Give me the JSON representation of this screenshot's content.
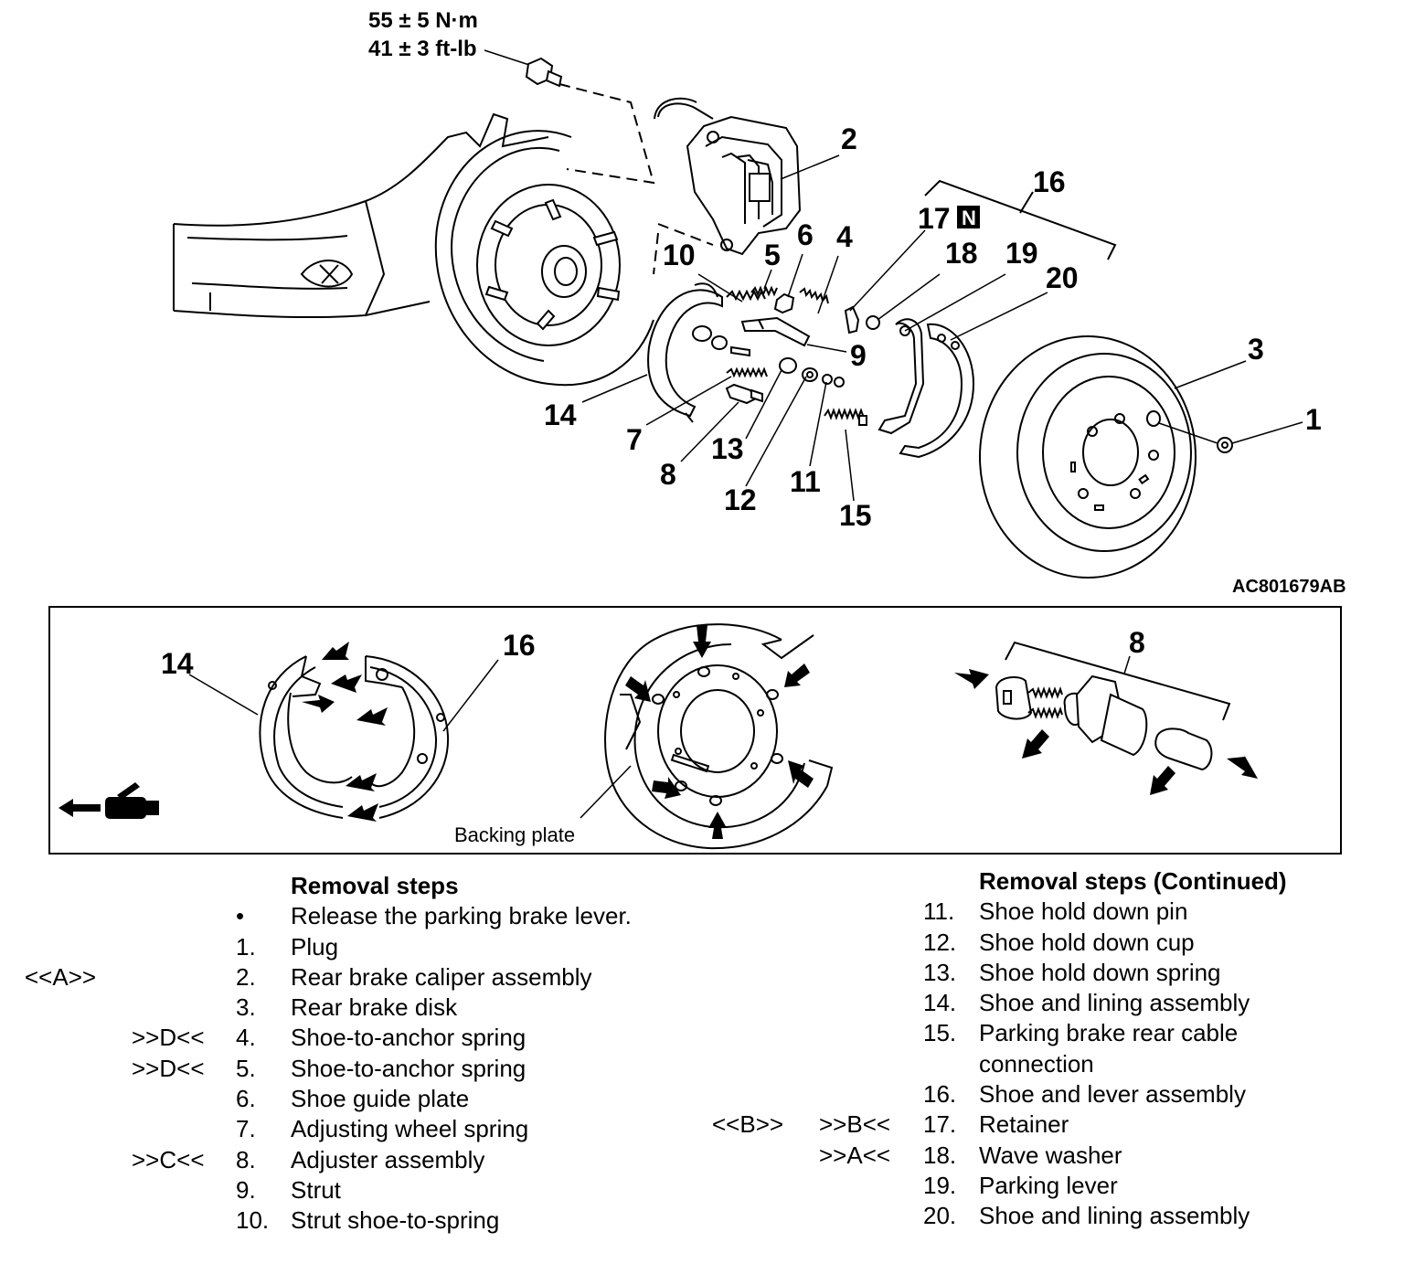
{
  "torque": {
    "line1": "55 ± 5 N·m",
    "line2": "41 ± 3 ft-lb"
  },
  "figure_id": "AC801679AB",
  "new_part_badge": "N",
  "backing_plate_label": "Backing plate",
  "callouts": {
    "c1": "1",
    "c2": "2",
    "c3": "3",
    "c4": "4",
    "c5": "5",
    "c6": "6",
    "c7": "7",
    "c8": "8",
    "c9": "9",
    "c10": "10",
    "c11": "11",
    "c12": "12",
    "c13": "13",
    "c14": "14",
    "c15": "15",
    "c16": "16",
    "c17": "17",
    "c18": "18",
    "c19": "19",
    "c20": "20",
    "d14": "14",
    "d16": "16",
    "d8": "8"
  },
  "left_steps": {
    "heading": "Removal steps",
    "items": [
      {
        "left": "",
        "right": "",
        "num": "•",
        "text": "Release the parking brake lever."
      },
      {
        "left": "",
        "right": "",
        "num": "1.",
        "text": "Plug"
      },
      {
        "left": "<<A>>",
        "right": "",
        "num": "2.",
        "text": "Rear brake caliper assembly"
      },
      {
        "left": "",
        "right": "",
        "num": "3.",
        "text": "Rear brake disk"
      },
      {
        "left": "",
        "right": ">>D<<",
        "num": "4.",
        "text": "Shoe-to-anchor spring"
      },
      {
        "left": "",
        "right": ">>D<<",
        "num": "5.",
        "text": "Shoe-to-anchor spring"
      },
      {
        "left": "",
        "right": "",
        "num": "6.",
        "text": "Shoe guide plate"
      },
      {
        "left": "",
        "right": "",
        "num": "7.",
        "text": "Adjusting wheel spring"
      },
      {
        "left": "",
        "right": ">>C<<",
        "num": "8.",
        "text": "Adjuster assembly"
      },
      {
        "left": "",
        "right": "",
        "num": "9.",
        "text": "Strut"
      },
      {
        "left": "",
        "right": "",
        "num": "10.",
        "text": "Strut shoe-to-spring"
      }
    ]
  },
  "right_steps": {
    "heading": "Removal steps (Continued)",
    "items": [
      {
        "left": "",
        "right": "",
        "num": "11.",
        "text": "Shoe hold down pin"
      },
      {
        "left": "",
        "right": "",
        "num": "12.",
        "text": "Shoe hold down cup"
      },
      {
        "left": "",
        "right": "",
        "num": "13.",
        "text": "Shoe hold down spring"
      },
      {
        "left": "",
        "right": "",
        "num": "14.",
        "text": "Shoe and lining assembly"
      },
      {
        "left": "",
        "right": "",
        "num": "15.",
        "text": "Parking brake rear cable"
      },
      {
        "left": "",
        "right": "",
        "num": "",
        "text": "connection"
      },
      {
        "left": "",
        "right": "",
        "num": "16.",
        "text": "Shoe and lever assembly"
      },
      {
        "left": "<<B>>",
        "right": ">>B<<",
        "num": "17.",
        "text": "Retainer"
      },
      {
        "left": "",
        "right": ">>A<<",
        "num": "18.",
        "text": "Wave washer"
      },
      {
        "left": "",
        "right": "",
        "num": "19.",
        "text": "Parking lever"
      },
      {
        "left": "",
        "right": "",
        "num": "20.",
        "text": "Shoe and lining assembly"
      }
    ]
  }
}
